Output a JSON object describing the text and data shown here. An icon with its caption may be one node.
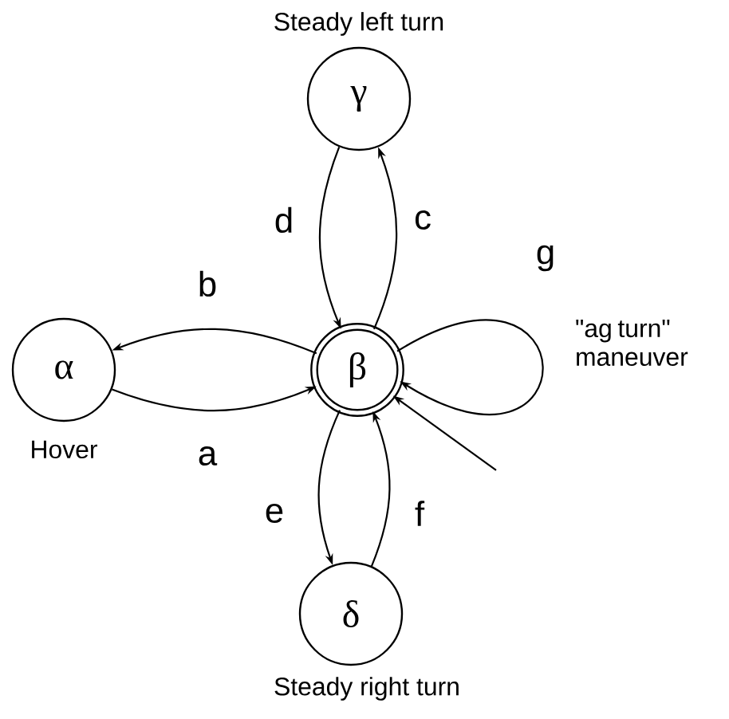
{
  "diagram": {
    "nodes": [
      {
        "text": [
          "α"
        ],
        "beside": [
          "Hover"
        ]
      },
      {
        "text": [
          "β"
        ]
      },
      {
        "text": [
          "γ"
        ],
        "beside": [
          "Steady left turn"
        ]
      },
      {
        "text": [
          "δ"
        ],
        "beside": [
          "Steady right turn"
        ]
      }
    ],
    "edges": [
      {
        "from": 0,
        "to": 1,
        "arrow": "to",
        "label": "a"
      },
      {
        "from": 1,
        "to": 0,
        "arrow": "to",
        "label": "b"
      },
      {
        "from": 1,
        "to": 2,
        "arrow": "to",
        "label": "c"
      },
      {
        "from": 2,
        "to": 1,
        "arrow": "to",
        "label": "d"
      },
      {
        "from": 1,
        "to": 3,
        "arrow": "to",
        "label": "e"
      },
      {
        "from": 3,
        "to": 1,
        "arrow": "to",
        "label": "f"
      },
      {
        "from": 1,
        "to": 1,
        "arrow": "to",
        "label": "g"
      },
      {
        "from": null,
        "to": 1,
        "arrow": "to"
      }
    ],
    "labels": [
      "\"ag turn\" maneuver"
    ]
  }
}
